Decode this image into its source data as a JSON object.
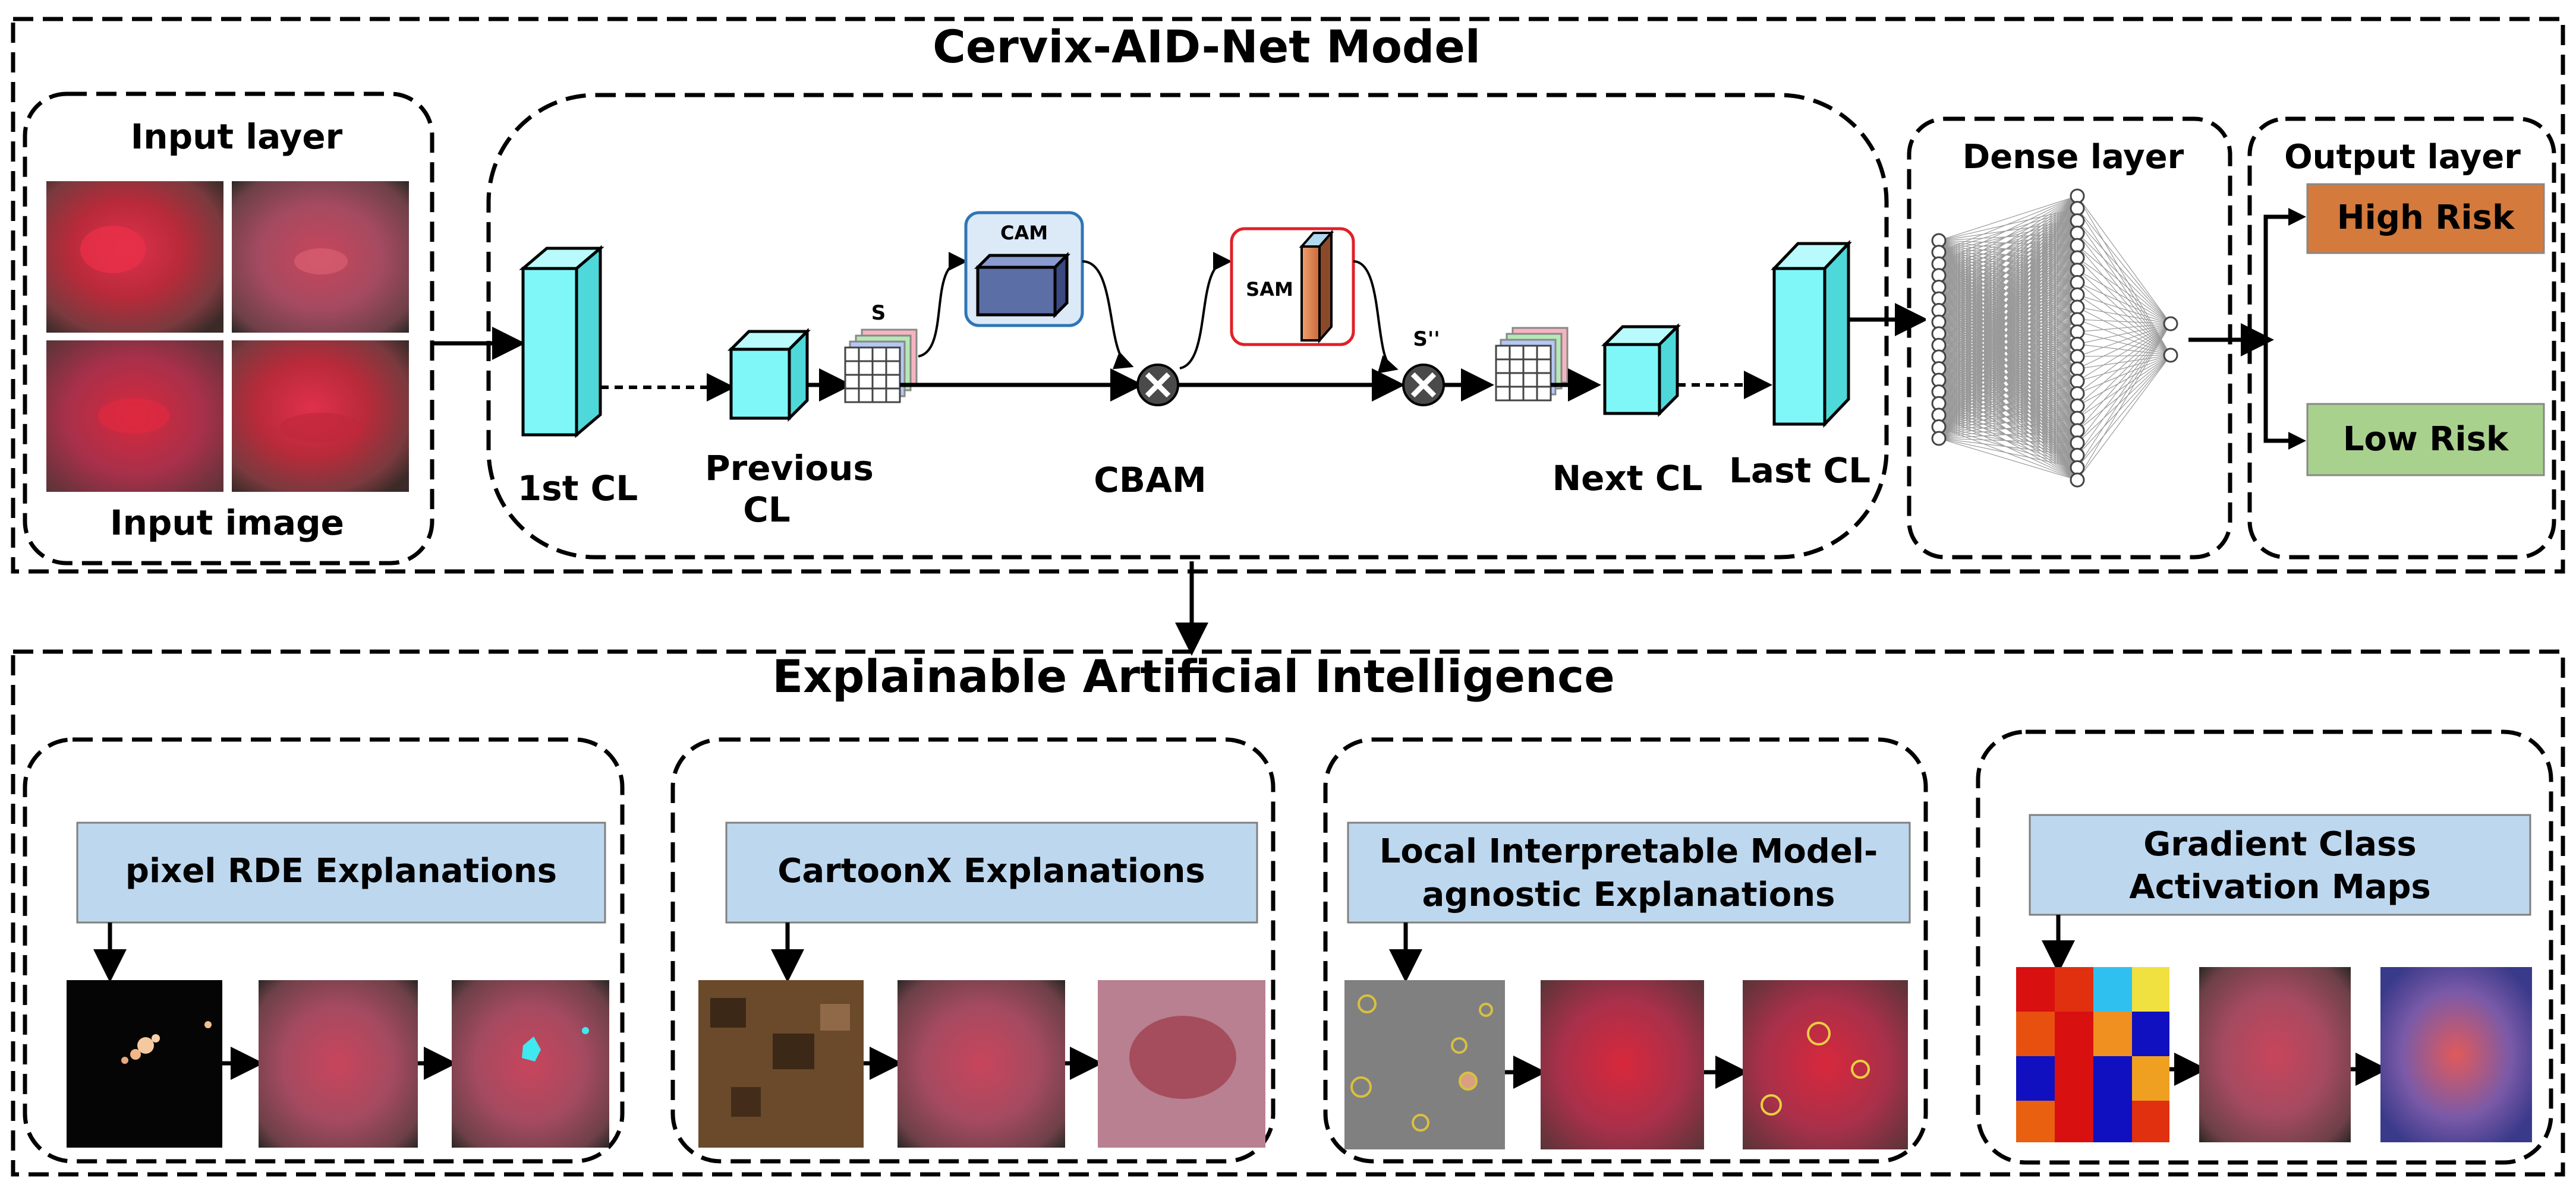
{
  "model": {
    "title": "Cervix-AID-Net Model",
    "input_layer": {
      "title": "Input layer",
      "caption": "Input image"
    },
    "cnn": {
      "first_cl": "1st CL",
      "previous_cl_line1": "Previous",
      "previous_cl_line2": "CL",
      "s_label": "S",
      "cam_label": "CAM",
      "sam_label": "SAM",
      "s2_label": "S''",
      "cbam_label": "CBAM",
      "next_cl": "Next CL",
      "last_cl": "Last CL"
    },
    "dense_layer": {
      "title": "Dense layer"
    },
    "output_layer": {
      "title": "Output layer",
      "high_risk": "High Risk",
      "low_risk": "Low Risk"
    }
  },
  "xai": {
    "title": "Explainable Artificial Intelligence",
    "panels": [
      {
        "label_lines": [
          "pixel RDE Explanations"
        ]
      },
      {
        "label_lines": [
          "CartoonX Explanations"
        ]
      },
      {
        "label_lines": [
          "Local Interpretable Model-",
          "agnostic Explanations"
        ]
      },
      {
        "label_lines": [
          "Gradient Class",
          "Activation Maps"
        ]
      }
    ]
  },
  "colors": {
    "model_bg": "#d9d9d9",
    "input_layer_bg": "#dde1f3",
    "cnn_bg": "#dce9f6",
    "dense_bg": "#f2f2f2",
    "output_bg": "#fbe5d6",
    "high_risk": "#d47a3c",
    "low_risk": "#a9d18e",
    "xai_bg": "#b3fbfc",
    "panel_rde": "#f8cbad",
    "panel_cartoonx": "#fbe5d6",
    "panel_lime": "#e2efd9",
    "panel_gradcam": "#fff2cc",
    "label_box": "#bdd7ee",
    "conv_block": "#7ff7f8",
    "cam_block": "#5b6ea6"
  }
}
